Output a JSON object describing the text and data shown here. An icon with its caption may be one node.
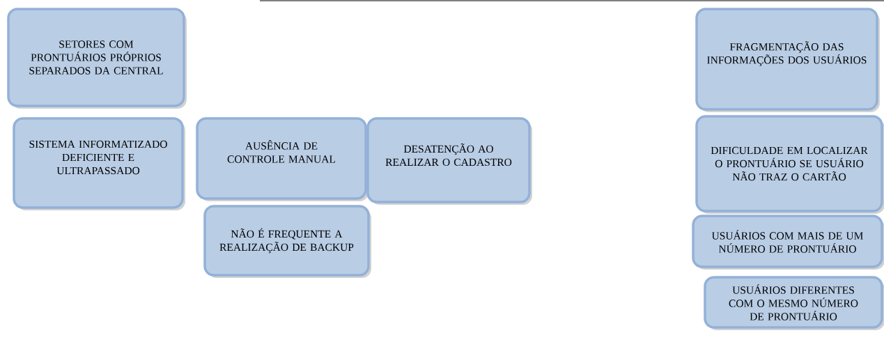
{
  "diagram": {
    "nodes": [
      {
        "text": [
          "SETORES COM PRONTUÁRIOS PRÓPRIOS SEPARADOS DA CENTRAL"
        ]
      },
      {
        "text": [
          "SISTEMA INFORMATIZADO DEFICIENTE E ULTRAPASSADO"
        ]
      },
      {
        "text": [
          "AUSÊNCIA DE CONTROLE MANUAL"
        ]
      },
      {
        "text": [
          "DESATENÇÃO AO REALIZAR O CADASTRO"
        ]
      },
      {
        "text": [
          "NÃO É FREQUENTE A REALIZAÇÃO DE BACKUP"
        ]
      },
      {
        "text": [
          "FRAGMENTAÇÃO DAS INFORMAÇÕES DOS USUÁRIOS"
        ]
      },
      {
        "text": [
          "DIFICULDADE EM LOCALIZAR O PRONTUÁRIO SE USUÁRIO NÃO TRAZ O CARTÃO"
        ]
      },
      {
        "text": [
          "USUÁRIOS COM MAIS DE UM NÚMERO DE PRONTUÁRIO"
        ]
      },
      {
        "text": [
          "USUÁRIOS DIFERENTES COM O MESMO NÚMERO DE PRONTUÁRIO"
        ]
      }
    ]
  }
}
